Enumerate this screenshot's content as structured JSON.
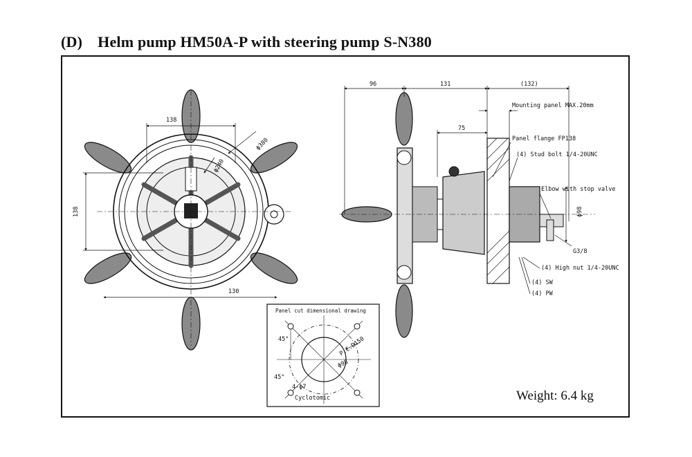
{
  "title": {
    "tag": "(D)",
    "text": "Helm pump HM50A-P with steering pump S-N380"
  },
  "weight": "Weight: 6.4 kg",
  "front_view": {
    "dims": {
      "d380": "ϕ380",
      "d240": "ϕ240",
      "w138": "138",
      "h138": "138",
      "w130": "130"
    }
  },
  "side_view": {
    "dims": {
      "d96": "96",
      "d131": "131",
      "d132": "(132)",
      "d75": "75",
      "d98": "ϕ98"
    },
    "labels": {
      "mounting_panel": "Mounting panel MAX.20mm",
      "panel_flange": "Panel flange FP138",
      "stud_bolt": "(4) Stud bolt 1/4-20UNC",
      "elbow": "Elbow with stop valve",
      "g38": "G3/8",
      "high_nut": "(4) High nut 1/4-20UNC",
      "sw": "(4) SW",
      "pw": "(4) PW"
    }
  },
  "panel_cut": {
    "title": "Panel cut dimensional drawing",
    "angle_top": "45°",
    "angle_bottom": "45°",
    "pcd": "P.C.D150",
    "dia98": "ϕ98",
    "holes": "4-ϕ7",
    "cyclotomic": "Cyclotomic"
  }
}
